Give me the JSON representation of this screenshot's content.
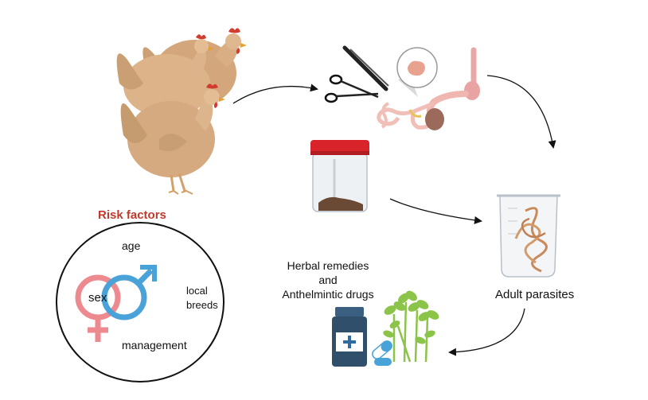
{
  "risk_factors": {
    "title": "Risk factors",
    "age": "age",
    "sex": "sex",
    "local_line1": "local",
    "local_line2": "breeds",
    "management": "management"
  },
  "treatment": {
    "line1": "Herbal remedies",
    "line2": "and",
    "line3": "Anthelmintic drugs"
  },
  "parasites": {
    "label": "Adult parasites"
  },
  "colors": {
    "risk_title": "#c0392b",
    "female_symbol": "#ec8a8f",
    "male_symbol": "#4aa3d8",
    "chicken_body": "#d9ae84",
    "chicken_comb": "#d23b2f",
    "jar_lid": "#d8232a",
    "medicine_bottle": "#2f4f6b",
    "parasite_worm": "#c98a5b",
    "plant_green": "#8cc44a"
  },
  "icons": [
    "chickens-illustration",
    "scissors-icon",
    "forceps-icon",
    "intestine-illustration",
    "specimen-jar-icon",
    "beaker-with-worms-icon",
    "medicine-bottle-icon",
    "capsule-icon",
    "herbal-plants-icon",
    "gender-symbols-icon"
  ]
}
